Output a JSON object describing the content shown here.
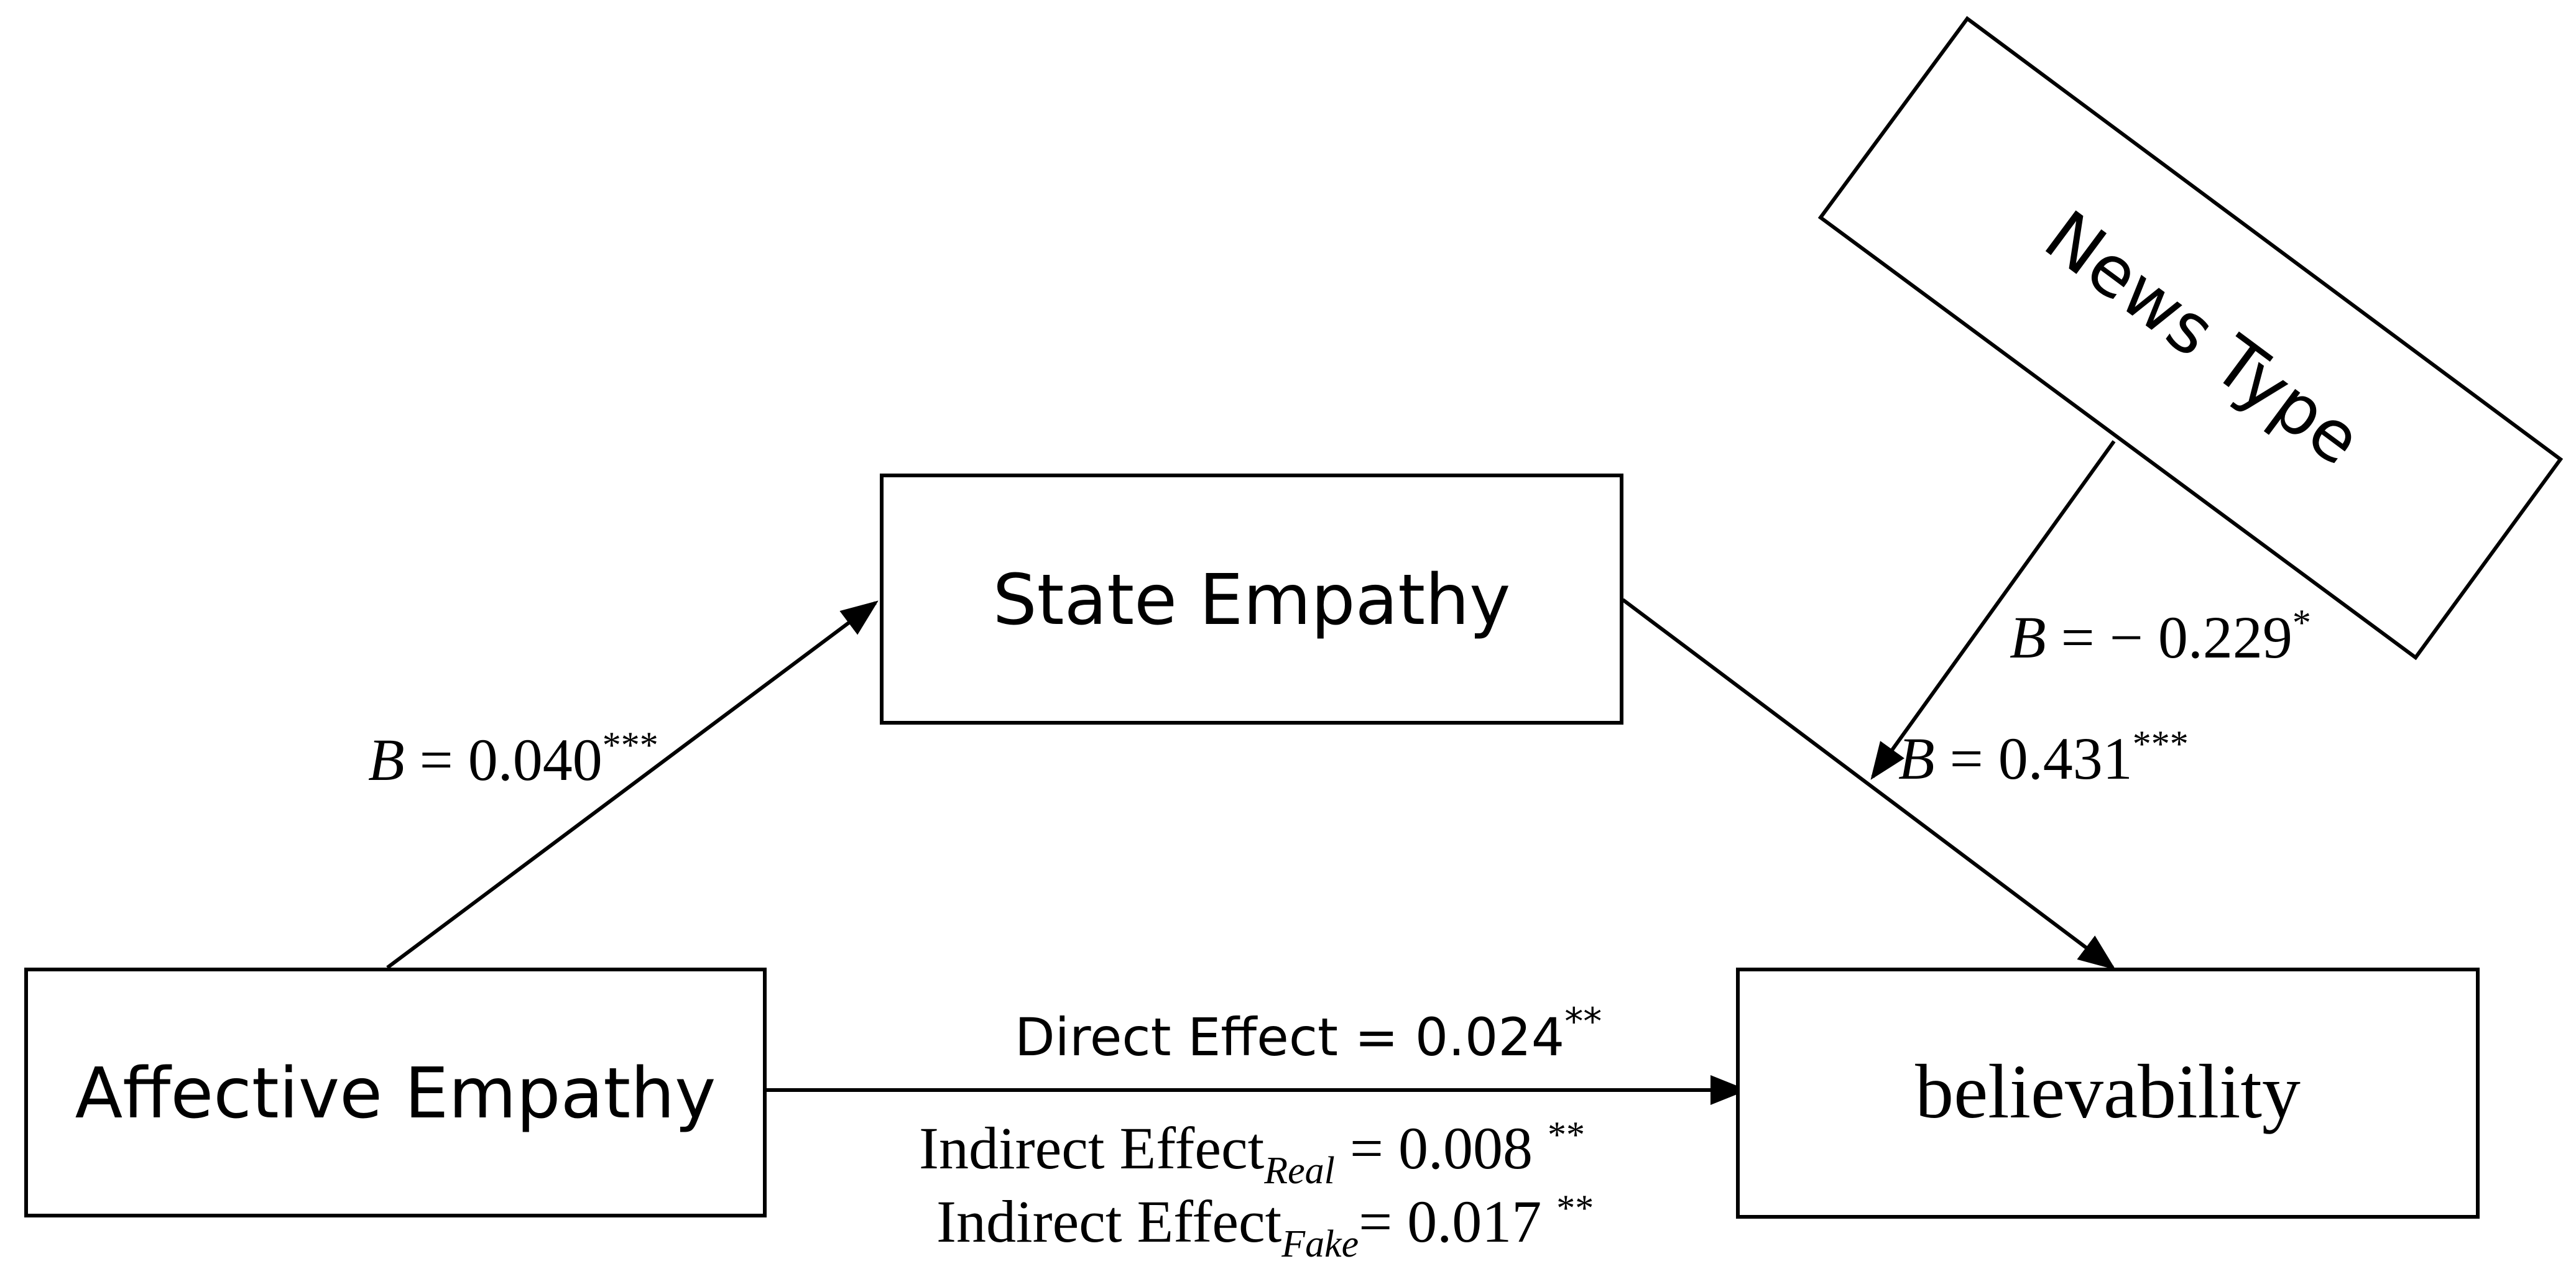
{
  "nodes": {
    "affective_empathy": "Affective Empathy",
    "state_empathy": "State Empathy",
    "believability": "believability",
    "news_type": "News Type"
  },
  "paths": {
    "a_path": {
      "symbol": "B",
      "equals": " = 0.040",
      "stars": "***"
    },
    "b_path": {
      "symbol": "B",
      "equals": " = 0.431",
      "stars": "***"
    },
    "moderation": {
      "symbol": "B",
      "equals": " = − 0.229",
      "stars": "*"
    }
  },
  "effects": {
    "direct": {
      "label": "Direct Effect  = 0.024",
      "stars": "**"
    },
    "indirect_real": {
      "label": "Indirect Effect",
      "subscript": "Real",
      "value": " = 0.008 ",
      "stars": "**"
    },
    "indirect_fake": {
      "label": "Indirect Effect",
      "subscript": "Fake",
      "value": "= 0.017 ",
      "stars": "**"
    }
  }
}
